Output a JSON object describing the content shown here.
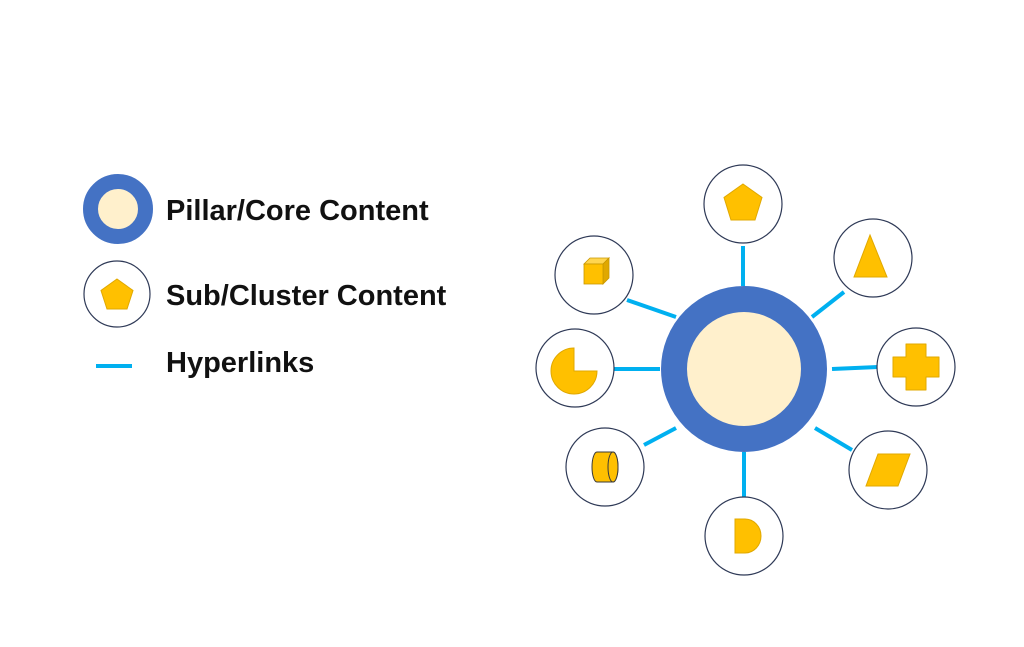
{
  "legend": {
    "pillar_label": "Pillar/Core Content",
    "cluster_label": "Sub/Cluster Content",
    "hyperlinks_label": "Hyperlinks"
  },
  "hub": {
    "name": "pillar-core-content",
    "spokes": [
      {
        "name": "pentagon",
        "shape": "pentagon"
      },
      {
        "name": "triangle",
        "shape": "triangle"
      },
      {
        "name": "cross",
        "shape": "cross"
      },
      {
        "name": "parallelogram",
        "shape": "parallelogram"
      },
      {
        "name": "half-disc",
        "shape": "d-shape"
      },
      {
        "name": "cylinder",
        "shape": "cylinder"
      },
      {
        "name": "pie",
        "shape": "pie"
      },
      {
        "name": "cube",
        "shape": "cube"
      }
    ]
  },
  "colors": {
    "core_ring": "#4472C4",
    "core_fill": "#FFF0CC",
    "cluster_icon": "#FFC000",
    "cluster_icon_stroke": "#E0A800",
    "node_border": "#2F3A57",
    "hyperlink": "#00B0F0",
    "background": "#FFFFFF"
  }
}
